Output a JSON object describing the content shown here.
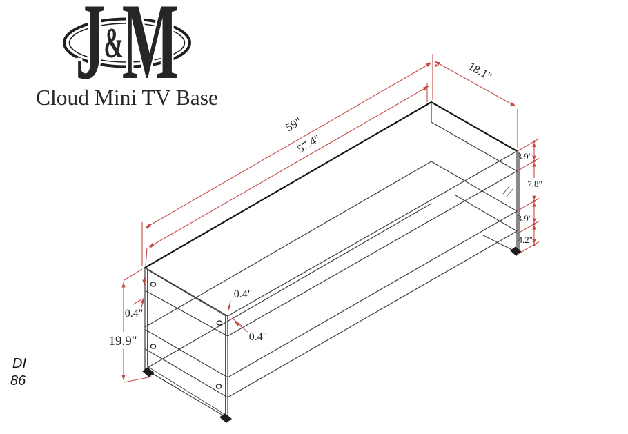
{
  "logo": {
    "monogram_j": "J",
    "monogram_amp": "&",
    "monogram_m": "M",
    "product_name": "Cloud Mini TV Base"
  },
  "dimensions": {
    "overall_length": "59\"",
    "inner_length": "57.4\"",
    "depth": "18.1\"",
    "top_board_thickness": "3.9\"",
    "opening_height": "7.8\"",
    "shelf_thickness": "3.9\"",
    "bottom_clearance": "4.2\"",
    "overall_height": "19.9\"",
    "glass_thickness_top": "0.4\"",
    "glass_thickness_left": "0.4\"",
    "glass_thickness_front": "0.4\""
  },
  "footer": {
    "line1": "DI",
    "line2": "86"
  },
  "colors": {
    "dimension_red": "#c64a42",
    "line_dark": "#3d3d3d"
  }
}
